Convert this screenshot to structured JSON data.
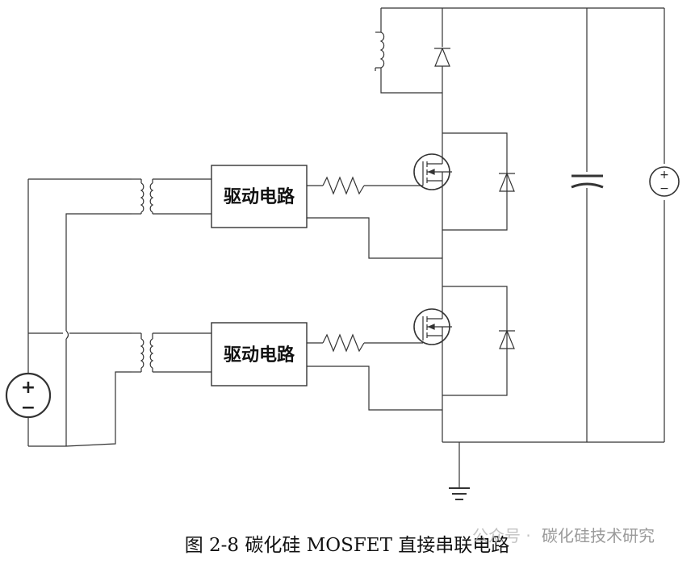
{
  "diagram": {
    "driver_top_label": "驱动电路",
    "driver_bottom_label": "驱动电路",
    "source_left_plus": "+",
    "source_left_minus": "−",
    "source_right_plus": "+",
    "source_right_minus": "−"
  },
  "caption": "图 2-8 碳化硅 MOSFET 直接串联电路",
  "watermark": {
    "prefix": "公众号 ·",
    "text": "碳化硅技术研究"
  }
}
